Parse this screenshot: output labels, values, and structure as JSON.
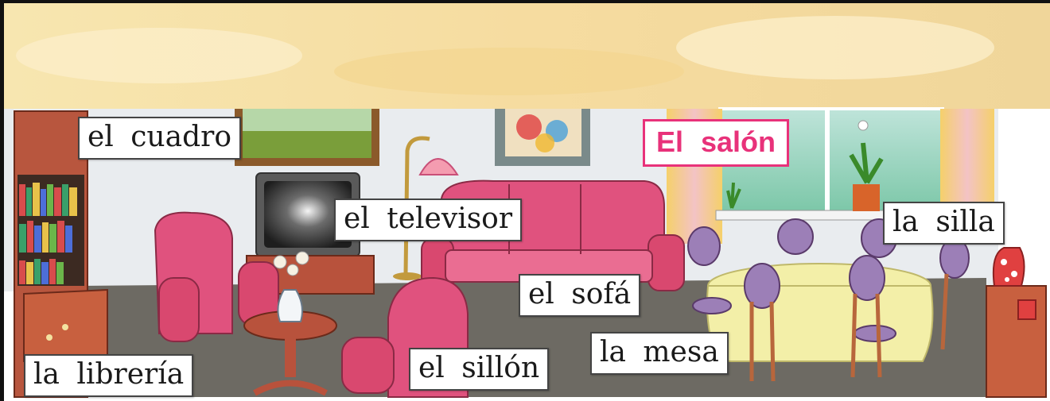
{
  "title": "El salón",
  "labels": {
    "cuadro": "el cuadro",
    "televisor": "el televisor",
    "silla": "la silla",
    "sofa": "el sofá",
    "mesa": "la mesa",
    "sillon": "el sillón",
    "libreria": "la librería"
  },
  "colors": {
    "title": "#e8327a",
    "sofa": "#e0527e",
    "wall": "#e9ecef",
    "floor": "#6d6a63",
    "tablecloth": "#f3efa8",
    "chair_seat": "#9c7fb7"
  }
}
